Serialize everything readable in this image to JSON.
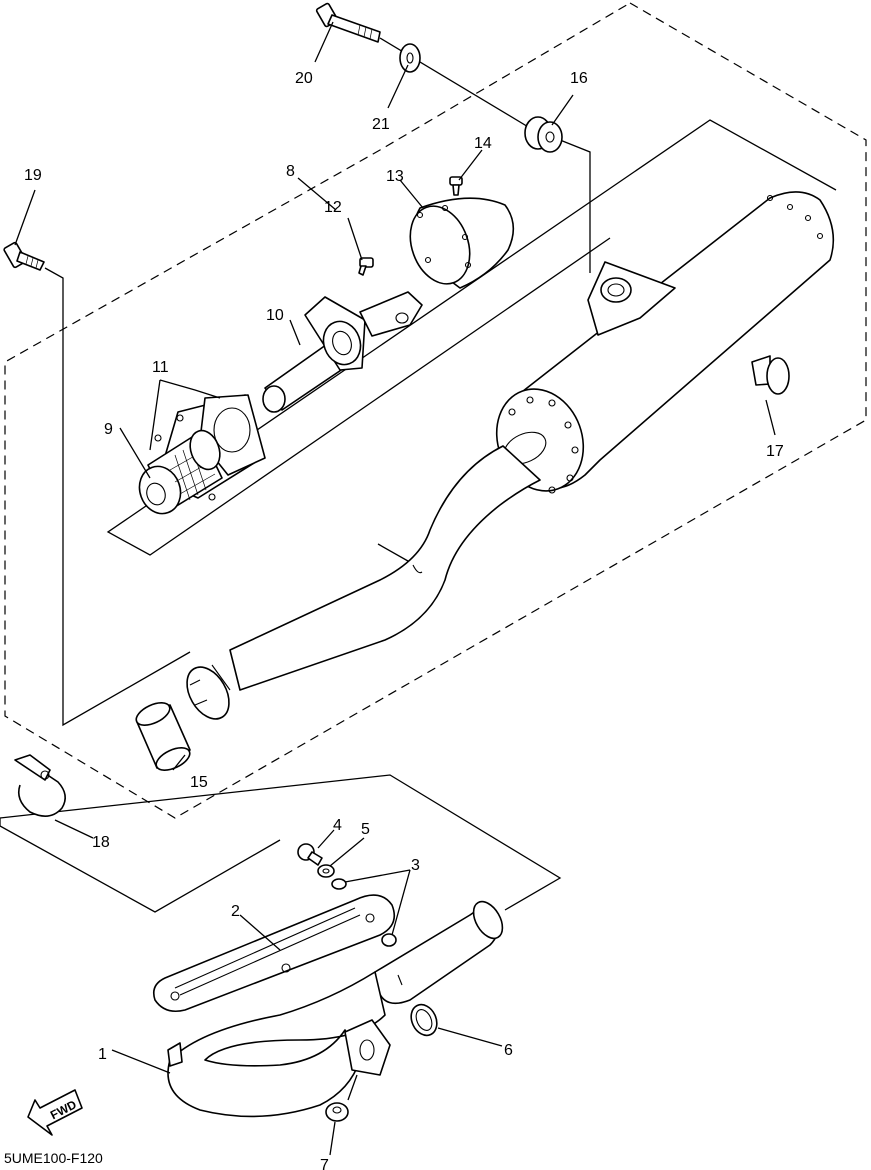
{
  "diagram_code": "5UME100-F120",
  "fwd_label": "FWD",
  "callouts": {
    "1": "1",
    "2": "2",
    "3": "3",
    "4": "4",
    "5": "5",
    "6": "6",
    "7": "7",
    "8": "8",
    "9": "9",
    "10": "10",
    "11": "11",
    "12": "12",
    "13": "13",
    "14": "14",
    "15": "15",
    "16": "16",
    "17": "17",
    "18": "18",
    "19": "19",
    "20": "20",
    "21": "21"
  }
}
